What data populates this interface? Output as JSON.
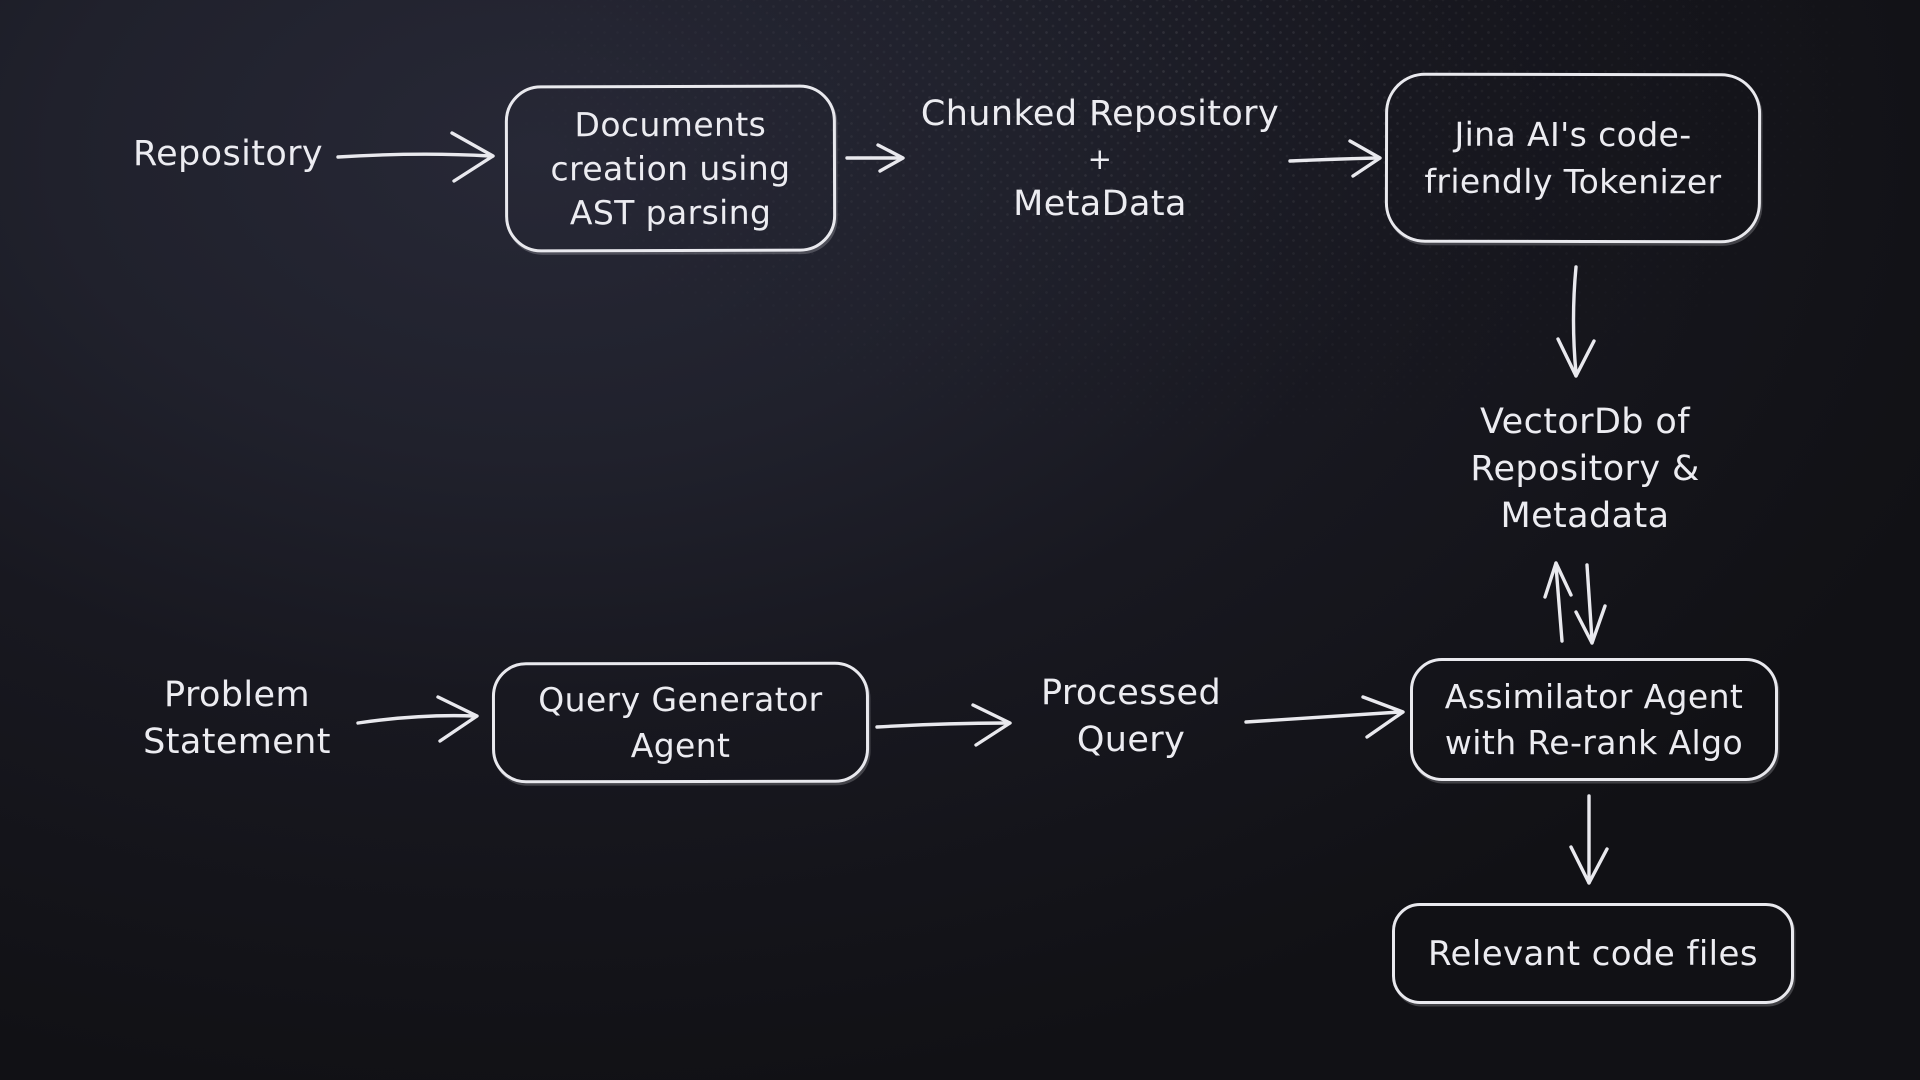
{
  "app": {
    "kind": "whiteboard-diagram",
    "theme": "dark"
  },
  "colors": {
    "background_center": "#272836",
    "background_edge": "#111115",
    "stroke": "#e9e9ee",
    "text": "#ececf1"
  },
  "nodes": {
    "repository": {
      "kind": "label",
      "lines": [
        "Repository"
      ]
    },
    "documents_creation": {
      "kind": "box",
      "lines": [
        "Documents",
        "creation using",
        "AST parsing"
      ]
    },
    "chunked_repo": {
      "kind": "label",
      "lines": [
        "Chunked Repository",
        "+",
        "MetaData"
      ]
    },
    "jina_tokenizer": {
      "kind": "box",
      "lines": [
        "Jina AI's code-",
        "friendly Tokenizer"
      ]
    },
    "vectordb": {
      "kind": "label",
      "lines": [
        "VectorDb of",
        "Repository &",
        "Metadata"
      ]
    },
    "assimilator": {
      "kind": "box",
      "lines": [
        "Assimilator Agent",
        "with Re-rank Algo"
      ]
    },
    "problem_statement": {
      "kind": "label",
      "lines": [
        "Problem",
        "Statement"
      ]
    },
    "query_generator": {
      "kind": "box",
      "lines": [
        "Query Generator",
        "Agent"
      ]
    },
    "processed_query": {
      "kind": "label",
      "lines": [
        "Processed",
        "Query"
      ]
    },
    "relevant_files": {
      "kind": "box",
      "lines": [
        "Relevant code files"
      ]
    }
  },
  "edges": [
    {
      "from": "repository",
      "to": "documents_creation",
      "style": "arrow"
    },
    {
      "from": "documents_creation",
      "to": "chunked_repo",
      "style": "arrow"
    },
    {
      "from": "chunked_repo",
      "to": "jina_tokenizer",
      "style": "arrow"
    },
    {
      "from": "jina_tokenizer",
      "to": "vectordb",
      "style": "arrow"
    },
    {
      "from": "vectordb",
      "to": "assimilator",
      "style": "bidirectional-arrow"
    },
    {
      "from": "problem_statement",
      "to": "query_generator",
      "style": "arrow"
    },
    {
      "from": "query_generator",
      "to": "processed_query",
      "style": "arrow"
    },
    {
      "from": "processed_query",
      "to": "assimilator",
      "style": "arrow"
    },
    {
      "from": "assimilator",
      "to": "relevant_files",
      "style": "arrow"
    }
  ]
}
